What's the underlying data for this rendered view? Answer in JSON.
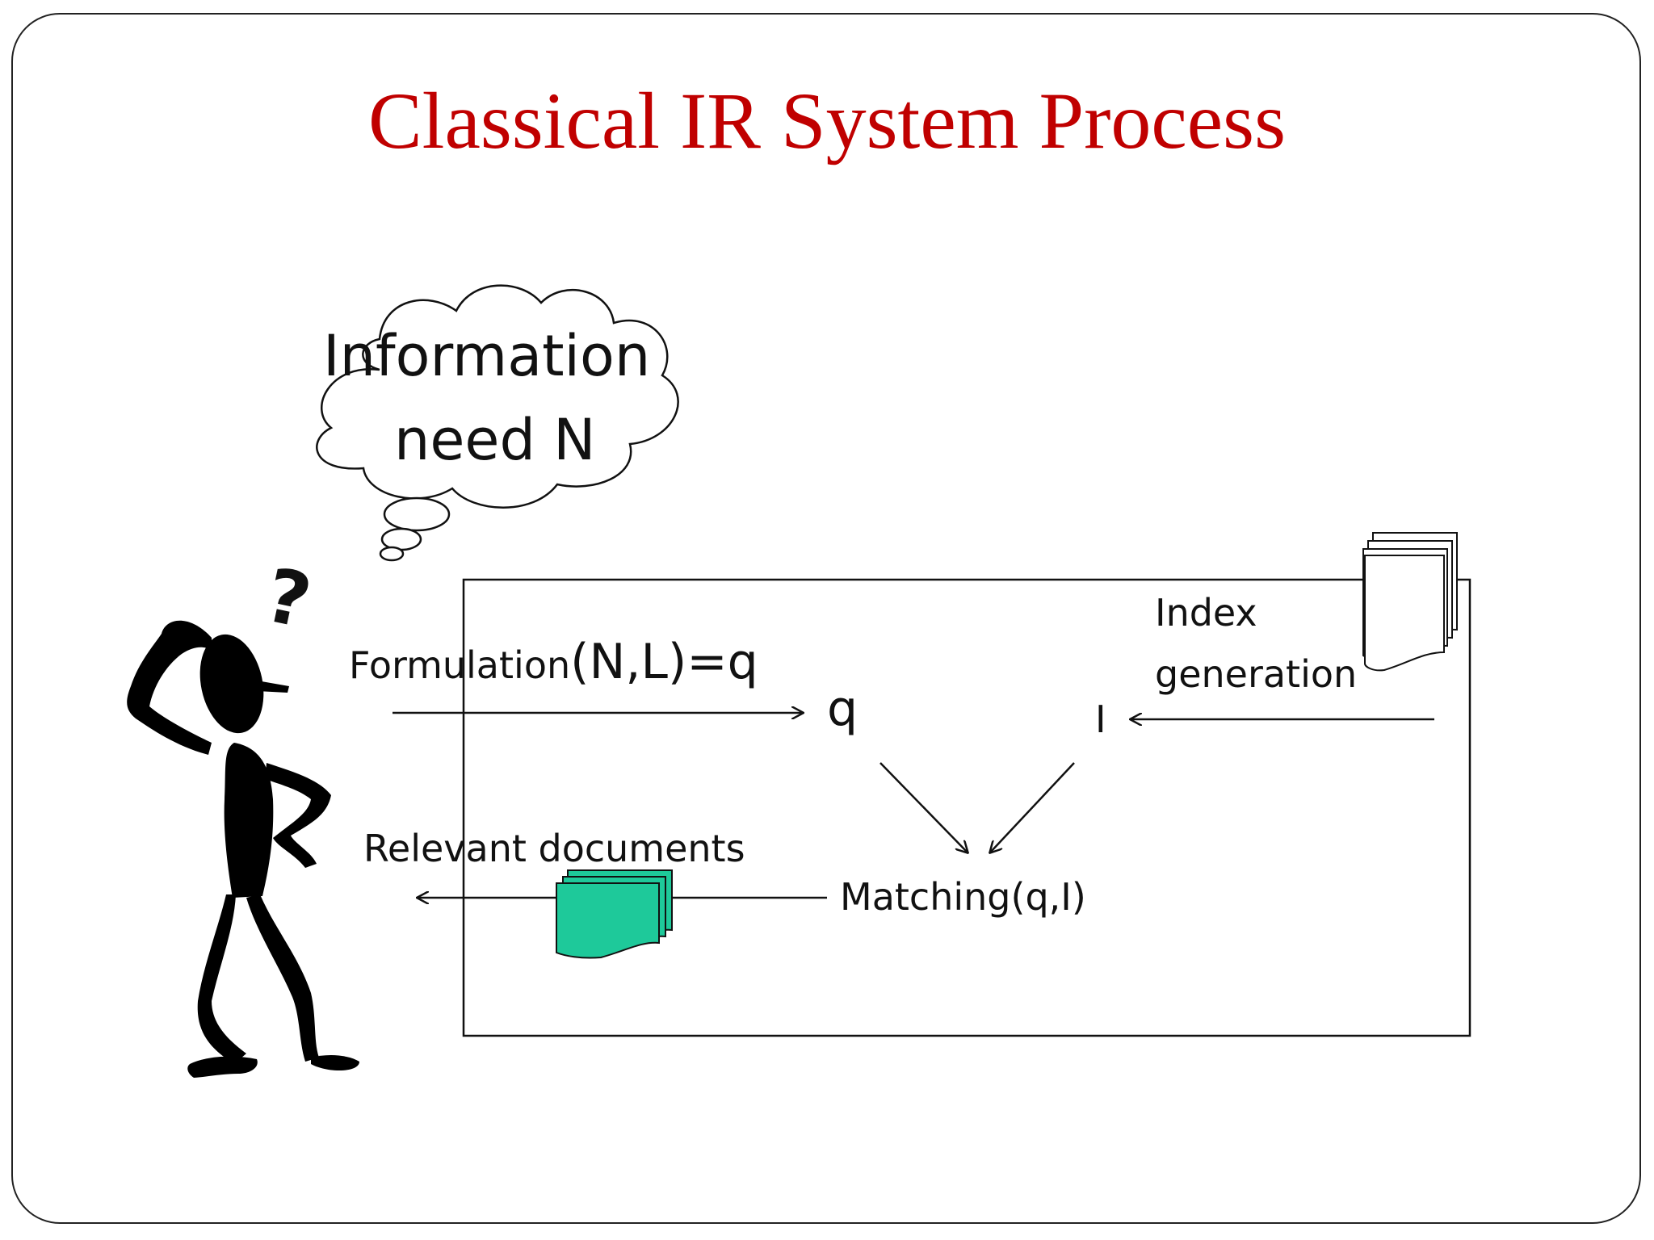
{
  "slide": {
    "title": "Classical IR System Process"
  },
  "thought_bubble": {
    "line1": "Information",
    "line2": "need N"
  },
  "question_mark": "?",
  "labels": {
    "formulation_prefix": "Formulation",
    "formulation_suffix": "(N,L)=q",
    "q": "q",
    "i": "I",
    "index_line1": "Index",
    "index_line2": "generation",
    "relevant_documents": "Relevant documents",
    "matching": "Matching(q,I)"
  },
  "colors": {
    "title": "#c00000",
    "relevant_docs_fill": "#1ec99a",
    "figure": "#000000"
  },
  "icons": {
    "person": "confused-stick-figure-icon",
    "documents_in": "document-stack-icon",
    "documents_out": "relevant-document-stack-icon",
    "thought": "thought-cloud-icon"
  }
}
